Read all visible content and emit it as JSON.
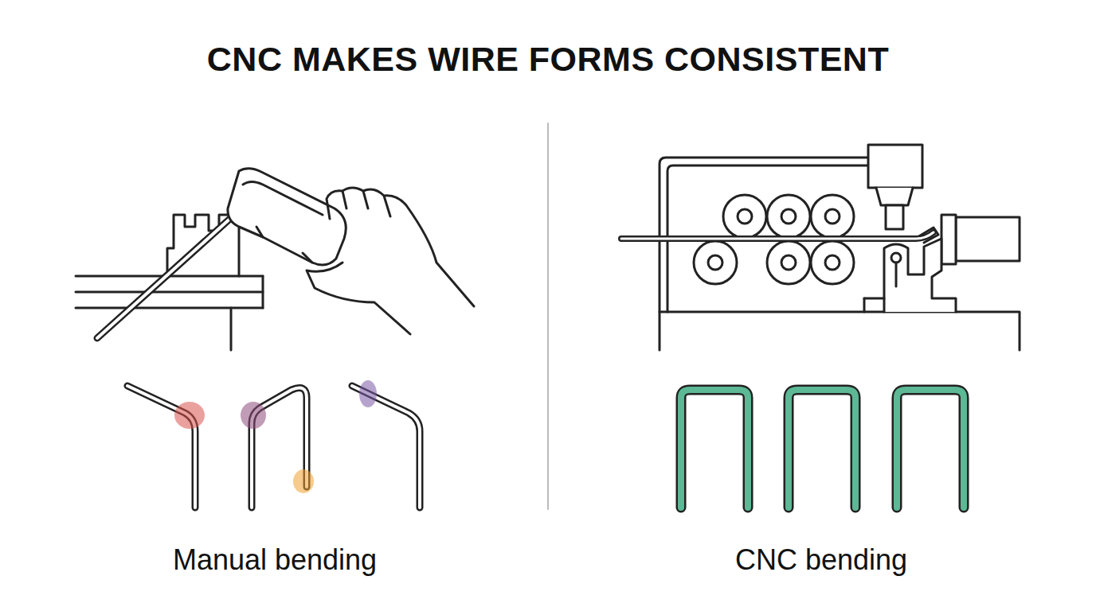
{
  "diagram": {
    "title": "CNC MAKES WIRE FORMS CONSISTENT",
    "labels": [
      "Manual bending",
      "CNC bending"
    ]
  }
}
